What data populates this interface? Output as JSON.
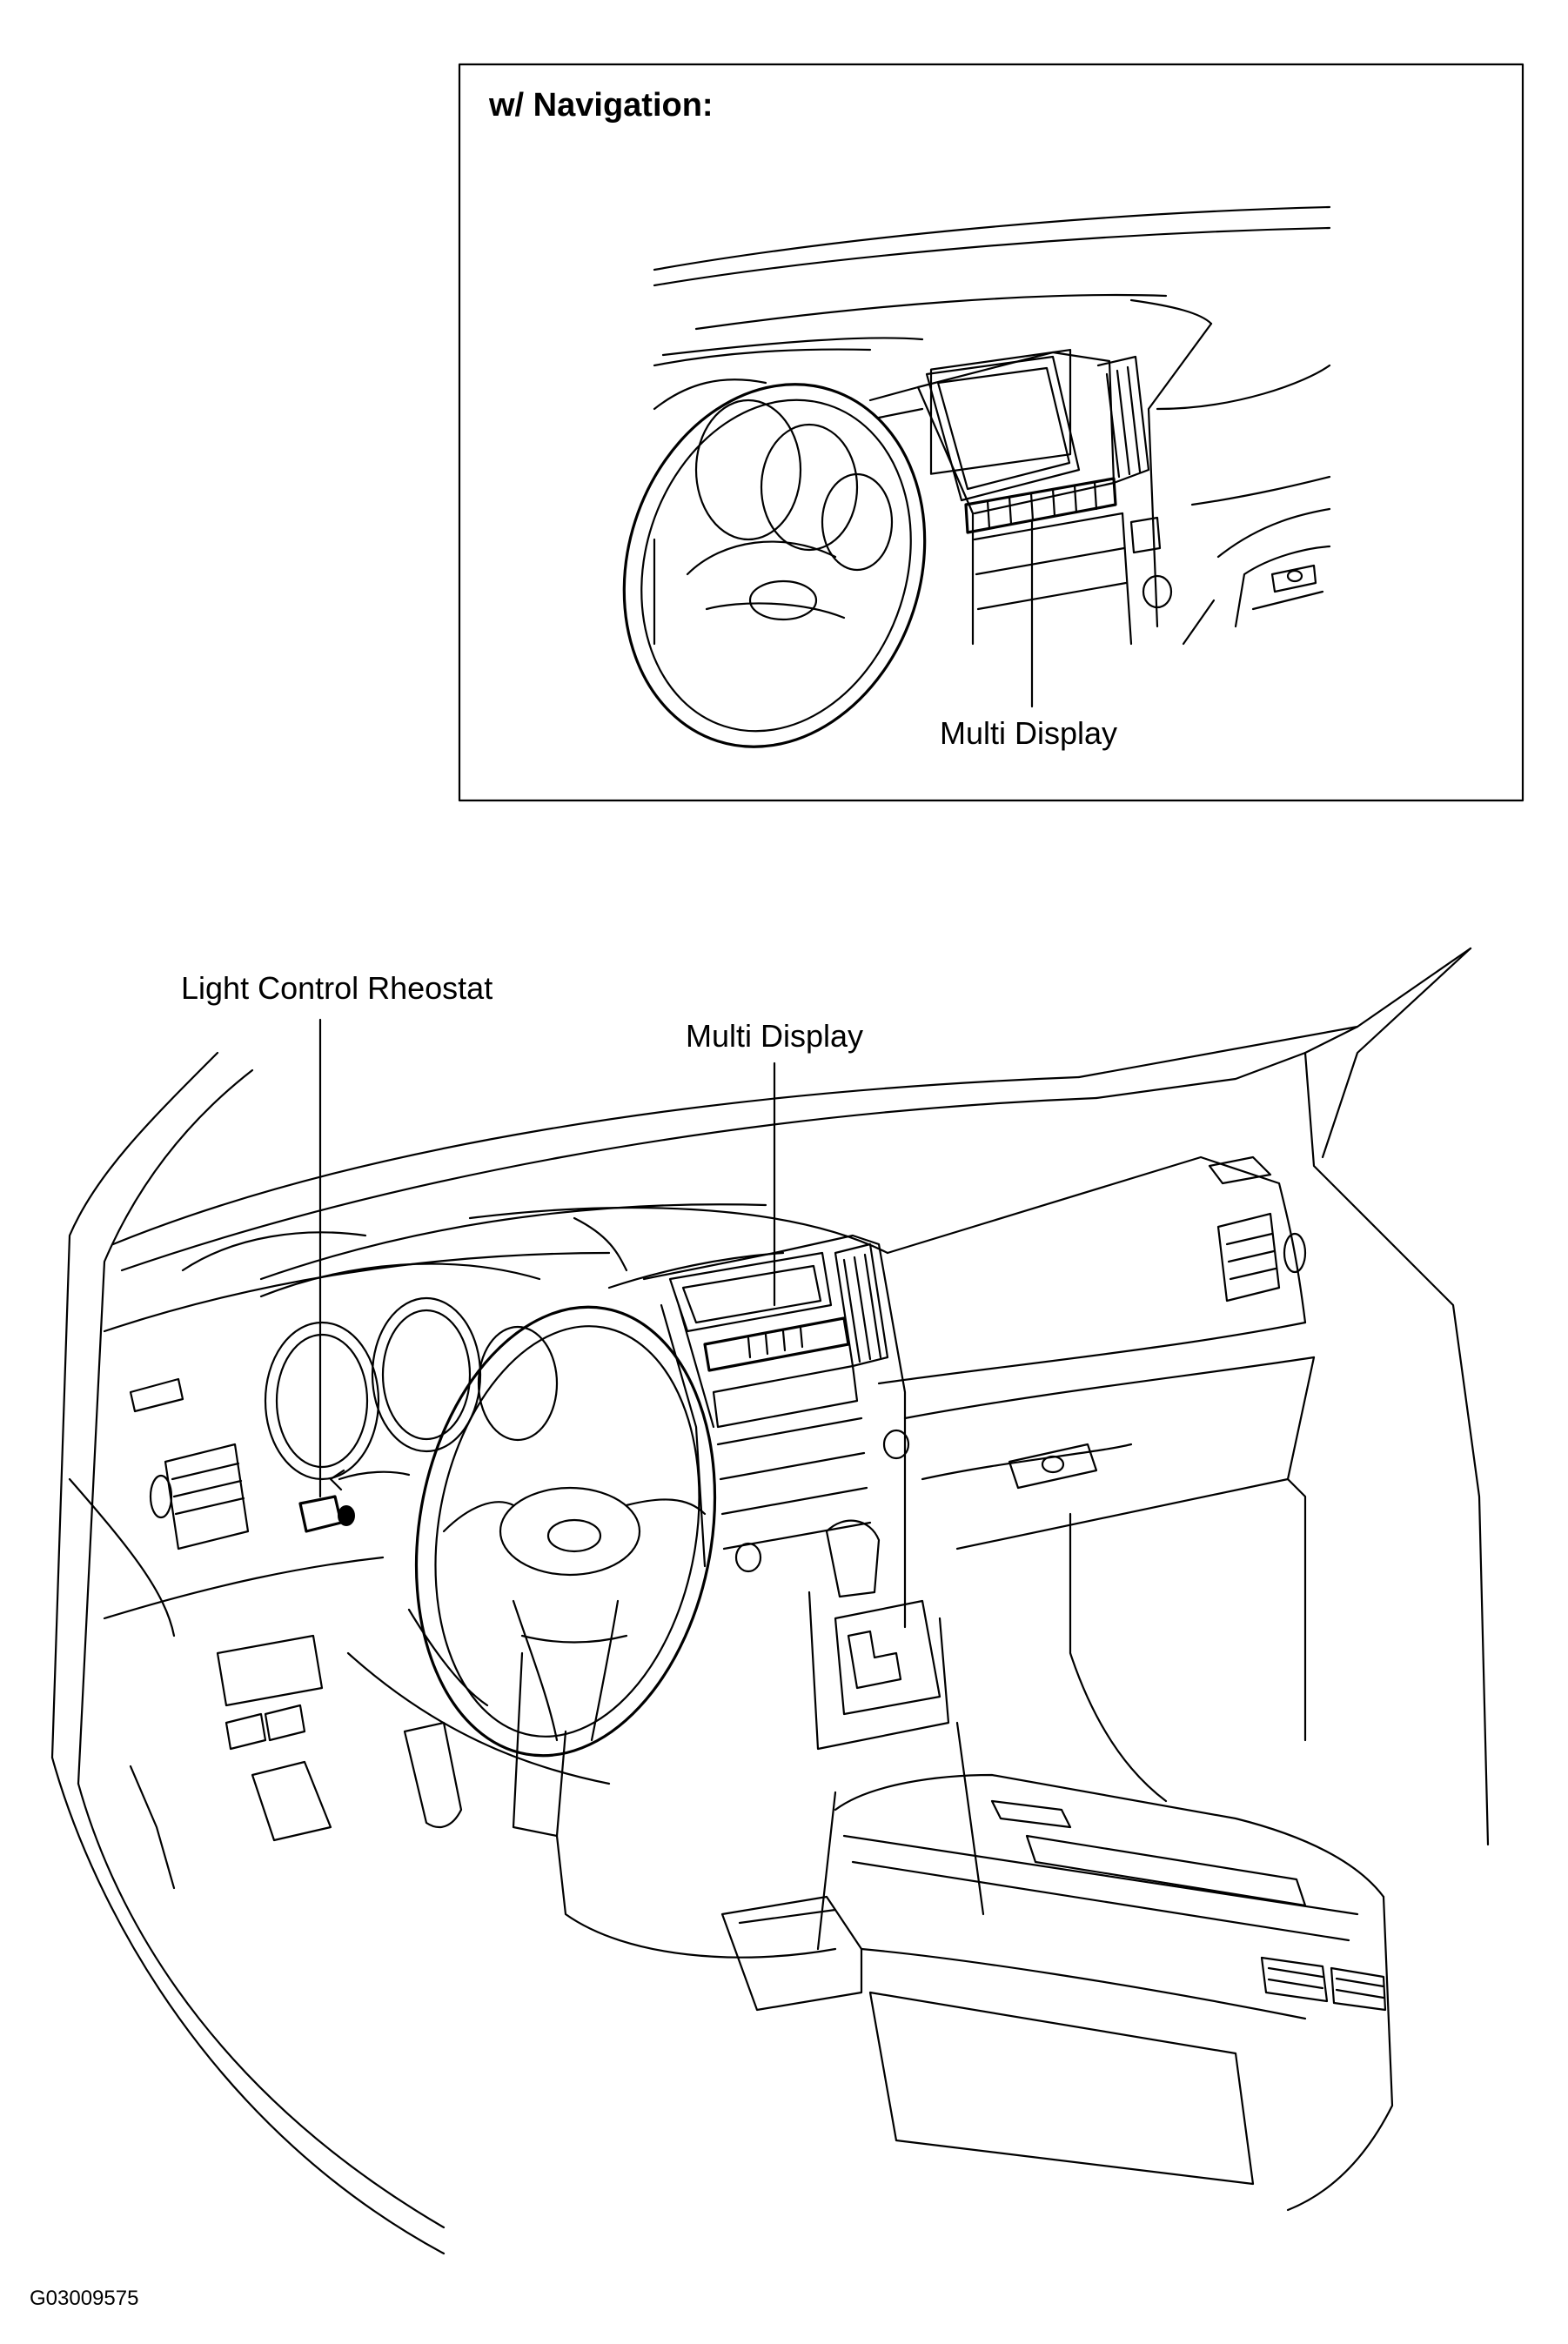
{
  "inset": {
    "title": "w/ Navigation:",
    "callout": "Multi Display"
  },
  "main": {
    "callout_rheostat": "Light Control Rheostat",
    "callout_display": "Multi Display"
  },
  "figure_code": "G03009575",
  "colors": {
    "line": "#000000",
    "background": "#ffffff"
  }
}
